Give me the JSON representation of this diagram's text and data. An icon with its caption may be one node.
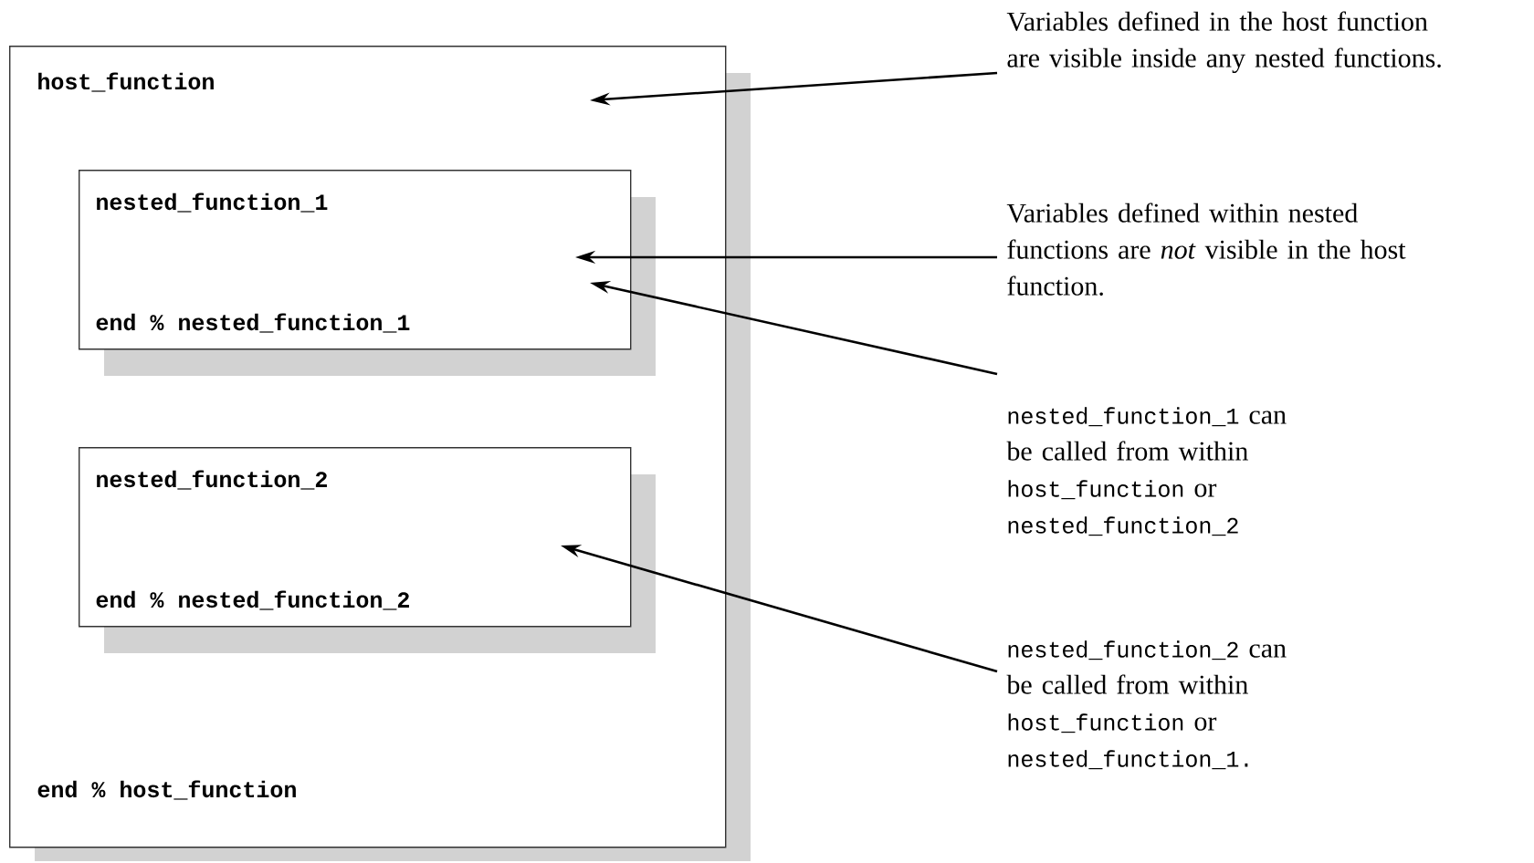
{
  "diagram": {
    "nodes": [
      {
        "text": [
          "host_function",
          "end % host_function"
        ]
      },
      {
        "text": [
          "nested_function_1",
          "end % nested_function_1"
        ],
        "in": 0
      },
      {
        "text": [
          "nested_function_2",
          "end % nested_function_2"
        ],
        "in": 0
      },
      {
        "text": [
          "Variables defined in the host function are visible inside any nested functions."
        ]
      },
      {
        "text": [
          "Variables defined within nested functions are *not* visible in the host function."
        ]
      },
      {
        "text": [
          "nested_function_1",
          "can be called from within",
          "host_function",
          "or",
          "nested_function_2"
        ]
      },
      {
        "text": [
          "nested_function_2",
          "can be called from within",
          "host_function",
          "or",
          "nested_function_1."
        ]
      }
    ],
    "edges": [
      {
        "from": 3,
        "to": 0,
        "arrow": "to"
      },
      {
        "from": 4,
        "to": 1,
        "arrow": "to"
      },
      {
        "from": 5,
        "to": 1,
        "arrow": "to"
      },
      {
        "from": 6,
        "to": 2,
        "arrow": "to"
      }
    ]
  }
}
